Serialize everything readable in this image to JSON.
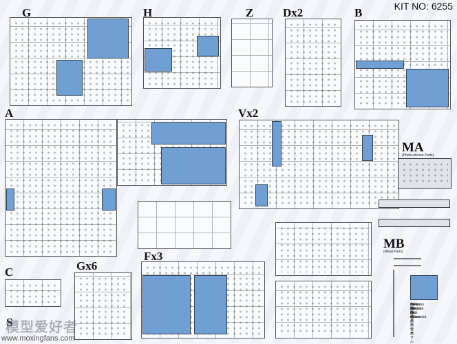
{
  "kit_number": "KIT NO: 6255",
  "sprues": [
    {
      "label": "G"
    },
    {
      "label": "H"
    },
    {
      "label": "Z"
    },
    {
      "label": "Dx2"
    },
    {
      "label": "B"
    },
    {
      "label": "A"
    },
    {
      "label": "Vx2"
    },
    {
      "label": "MA"
    },
    {
      "label": "C"
    },
    {
      "label": "Gx6"
    },
    {
      "label": "Fx3"
    },
    {
      "label": "MB"
    },
    {
      "label": "S"
    }
  ],
  "ma_caption": "(Photo-etched Parts)",
  "mb_caption": "(Metal Parts)",
  "notice_lines": [
    "不要部品使用しません",
    "Parts not for use.",
    "Teile werden nicht verwendet.",
    "Pièces à ne pas utiliser.",
    "Parti non utilizzate.",
    "不需要部品不使用"
  ],
  "watermark": "www.moxingfans.com",
  "colors": {
    "part_blue": "#6f9fd3",
    "outline": "#555555"
  }
}
